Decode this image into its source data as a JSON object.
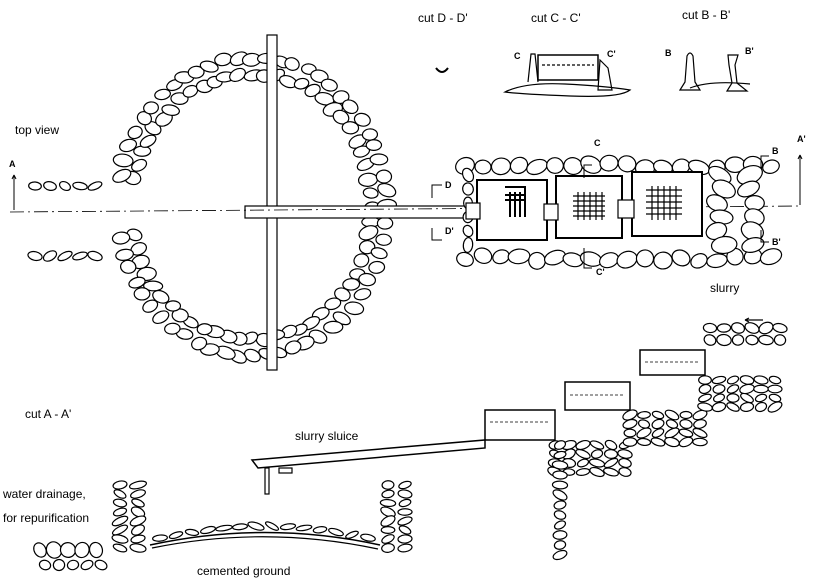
{
  "labels": {
    "cut_d": "cut D - D'",
    "cut_c": "cut C - C'",
    "cut_b": "cut B - B'",
    "top_view": "top view",
    "slurry": "slurry",
    "cut_a": "cut A - A'",
    "slurry_sluice": "slurry sluice",
    "water_drainage_1": "water drainage,",
    "water_drainage_2": "for repurification",
    "cemented_ground": "cemented ground"
  },
  "markers": {
    "a": "A",
    "a_prime": "A'",
    "b": "B",
    "b_prime": "B'",
    "c": "C",
    "c_prime": "C'",
    "d": "D",
    "d_prime": "D'",
    "cut_c_left": "C",
    "cut_c_right": "C'",
    "cut_b_left": "B",
    "cut_b_right": "B'"
  },
  "colors": {
    "ink": "#000000",
    "paper": "#ffffff"
  }
}
